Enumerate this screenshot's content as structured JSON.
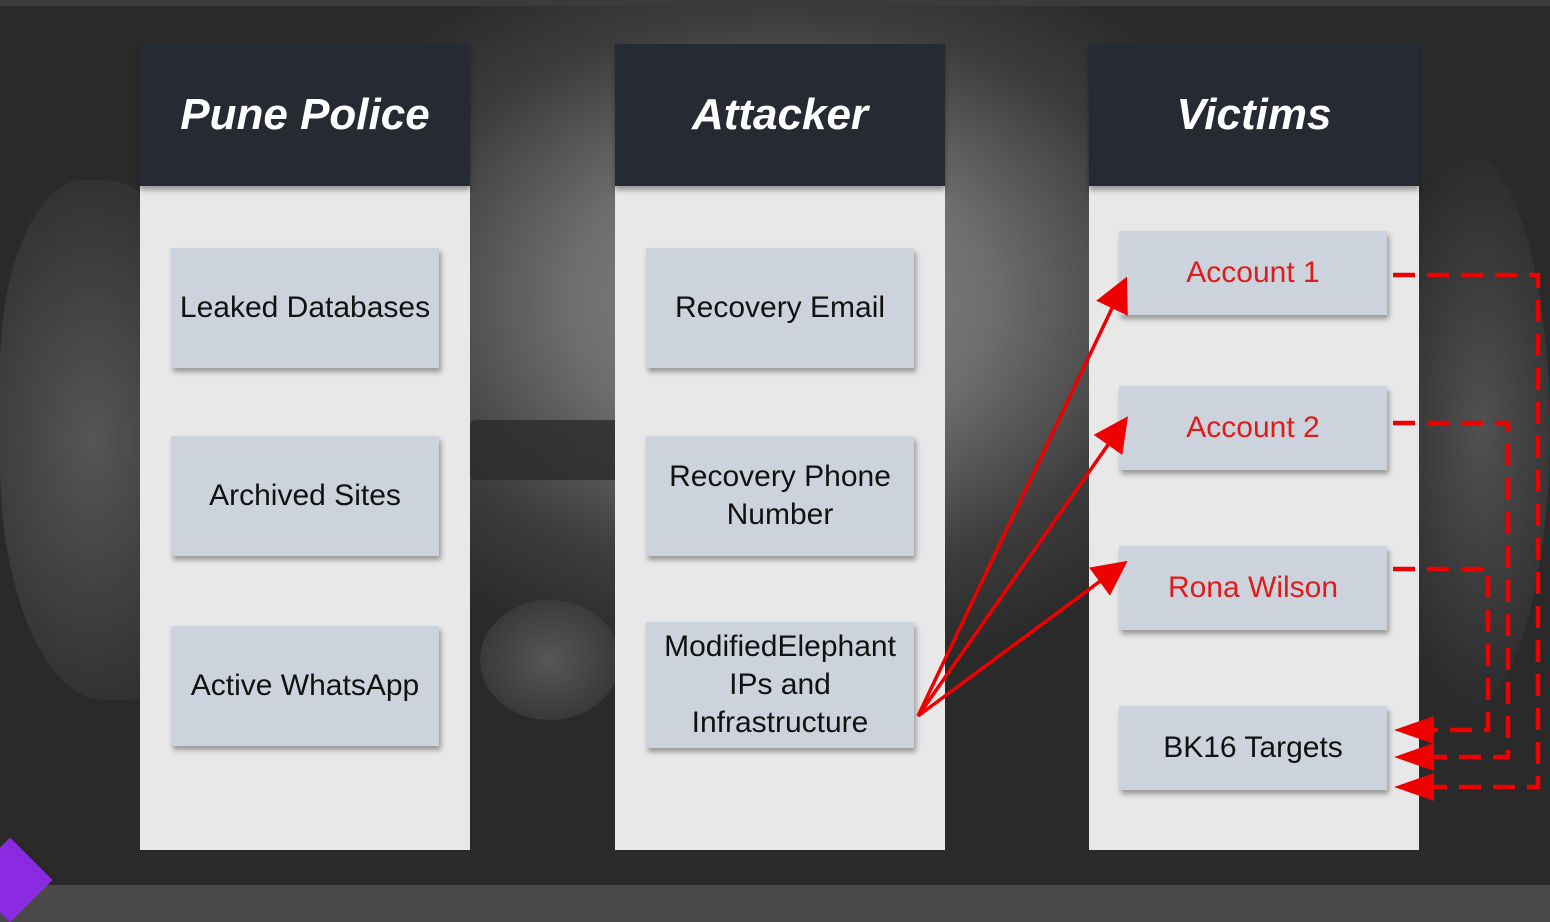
{
  "columns": {
    "police": {
      "title": "Pune Police",
      "items": [
        "Leaked Databases",
        "Archived Sites",
        "Active WhatsApp"
      ]
    },
    "attacker": {
      "title": "Attacker",
      "items": [
        "Recovery Email",
        "Recovery Phone Number",
        "ModifiedElephant IPs and Infrastructure"
      ]
    },
    "victims": {
      "title": "Victims",
      "items": [
        "Account 1",
        "Account 2",
        "Rona Wilson",
        "BK16 Targets"
      ]
    }
  },
  "colors": {
    "header_bg": "#262a33",
    "column_bg": "#e8e8e8",
    "item_bg": "#cdd3dc",
    "highlight_text": "#e01b1b",
    "arrow": "#ee0000"
  },
  "connections": [
    {
      "from": "ModifiedElephant IPs and Infrastructure",
      "to": "Account 1",
      "style": "solid"
    },
    {
      "from": "ModifiedElephant IPs and Infrastructure",
      "to": "Account 2",
      "style": "solid"
    },
    {
      "from": "ModifiedElephant IPs and Infrastructure",
      "to": "Rona Wilson",
      "style": "solid"
    },
    {
      "from": "Account 1",
      "to": "BK16 Targets",
      "style": "dashed"
    },
    {
      "from": "Account 2",
      "to": "BK16 Targets",
      "style": "dashed"
    },
    {
      "from": "Rona Wilson",
      "to": "BK16 Targets",
      "style": "dashed"
    }
  ]
}
